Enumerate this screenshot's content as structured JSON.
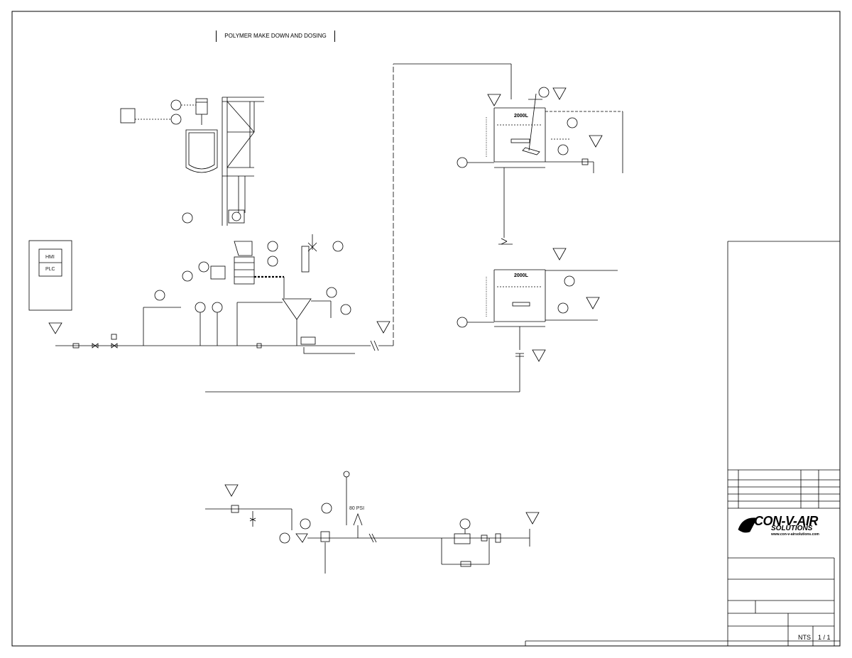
{
  "drawing": {
    "title": "POLYMER MAKE DOWN AND DOSING"
  },
  "equipment": {
    "tank_1_label": "2000L",
    "tank_2_label": "2000L",
    "hmi_label": "HMI",
    "plc_label": "PLC",
    "relief_valve_setpoint": "80 PSI"
  },
  "title_block": {
    "company_name": "CON-V-AIR",
    "company_sub": "SOLUTIONS",
    "company_url": "www.con-v-airsolutions.com",
    "scale_value": "NTS",
    "sheet_value": "1 / 1"
  },
  "colors": {
    "line": "#000000",
    "background": "#ffffff"
  }
}
